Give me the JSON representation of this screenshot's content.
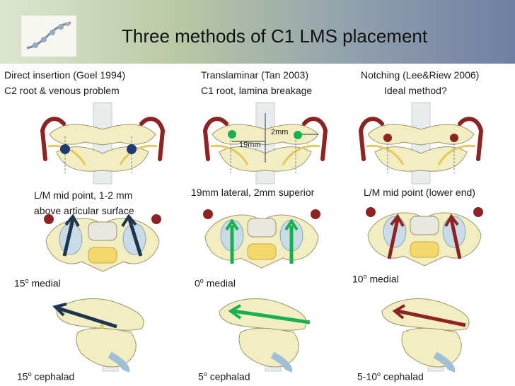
{
  "title": "Three methods of C1 LMS placement",
  "methods": [
    {
      "name": "Direct insertion (Goel 1994)",
      "note": "C2 root & venous problem",
      "entry_line1": "L/M mid point, 1-2 mm",
      "entry_line2": "above articular surface",
      "medial_deg": "15",
      "medial_word": " medial",
      "cephalad_deg": "15",
      "cephalad_word": " cephalad",
      "arrow_color": "#1e3550"
    },
    {
      "name": "Translaminar (Tan 2003)",
      "note": "C1 root, lamina breakage",
      "entry_line1": "19mm lateral, 2mm superior",
      "medial_deg": "0",
      "medial_word": " medial",
      "cephalad_deg": "5",
      "cephalad_word": " cephalad",
      "arrow_color": "#19b050",
      "dim_2mm": "2mm",
      "dim_19mm": "19mm"
    },
    {
      "name": "Notching (Lee&Riew 2006)",
      "note": "Ideal method?",
      "entry_line1": "L/M mid point (lower end)",
      "medial_deg": "10",
      "medial_word": " medial",
      "cephalad_deg": "5-10",
      "cephalad_word": " cephalad",
      "arrow_color": "#8b2a2a"
    }
  ],
  "degree_mark": "o",
  "colors": {
    "bone": "#f3eec2",
    "bone_stroke": "#9a9468",
    "artery": "#8e2323",
    "nerve": "#e6c85a",
    "cord": "#9fc0d6"
  }
}
